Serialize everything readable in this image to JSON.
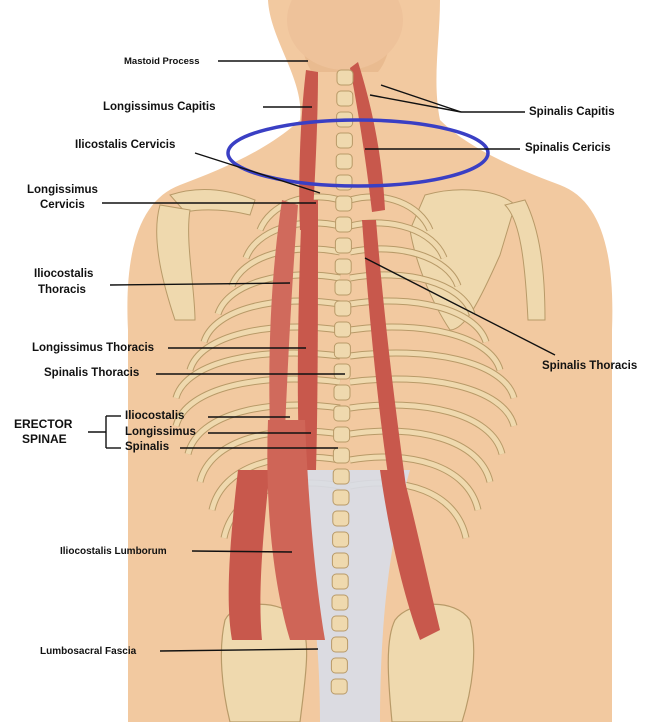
{
  "title": "",
  "labels": {
    "mastoid_process": "Mastoid Process",
    "longissimus_capitis": "Longissimus Capitis",
    "iliocostalis_cervicis": "Ilicostalis Cervicis",
    "longissimus_cervicis_1": "Longissimus",
    "longissimus_cervicis_2": "Cervicis",
    "iliocostalis_thoracis_1": "Iliocostalis",
    "iliocostalis_thoracis_2": "Thoracis",
    "longissimus_thoracis": "Longissimus Thoracis",
    "spinalis_thoracis_left": "Spinalis Thoracis",
    "erector_spinae_1": "ERECTOR",
    "erector_spinae_2": "SPINAE",
    "erector_iliocostalis": "Iliocostalis",
    "erector_longissimus": "Longissimus",
    "erector_spinalis": "Spinalis",
    "iliocostalis_lumborum": "Iliocostalis Lumborum",
    "lumbosacral_fascia": "Lumbosacral Fascia",
    "spinalis_capitis": "Spinalis Capitis",
    "spinalis_cervicis": "Spinalis Cericis",
    "spinalis_thoracis_right": "Spinalis Thoracis"
  },
  "colors": {
    "skin": "#f2c9a0",
    "skin_shadow": "#e3ab7f",
    "bone": "#efd9ae",
    "bone_edge": "#b89a68",
    "muscle": "#c8584c",
    "muscle_light": "#dd7a6c",
    "fascia": "#d8dde8",
    "highlight_ellipse": "#3a3fc4"
  }
}
